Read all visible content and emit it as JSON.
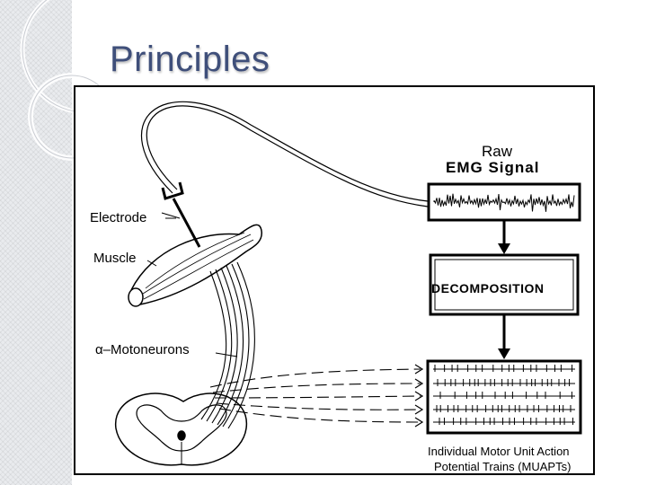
{
  "slide": {
    "title": "Principles"
  },
  "figure": {
    "labels": {
      "electrode": "Electrode",
      "muscle": "Muscle",
      "motoneurons": "α–Motoneurons"
    },
    "raw_emg": {
      "line1": "Raw",
      "line2": "EMG Signal"
    },
    "process": {
      "label": "DECOMPOSITION"
    },
    "output": {
      "caption_line1": "Individual Motor Unit Action",
      "caption_line2": "Potential Trains (MUAPTs)",
      "train_count": 5
    }
  },
  "colors": {
    "title": "#3f4f7a",
    "ink": "#000000",
    "sidebar": "#e9ebee"
  }
}
